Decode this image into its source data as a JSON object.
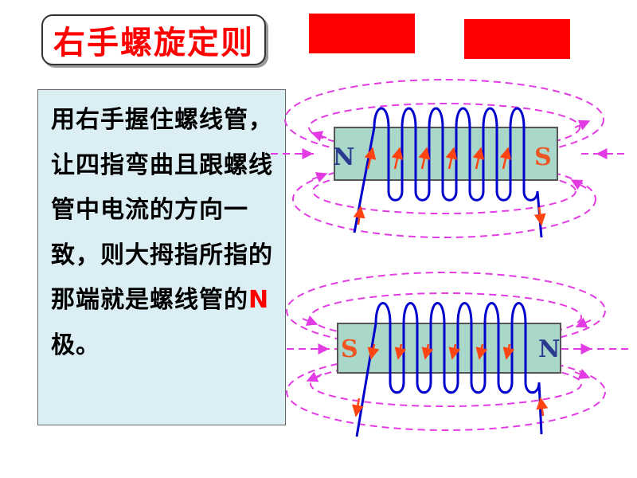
{
  "title": "右手螺旋定则",
  "description": {
    "before": "用右手握住螺线管，让四指弯曲且跟螺线管中电流的方向一致，则大拇指所指的那端就是螺线管的",
    "highlight": "N",
    "after": "极。"
  },
  "top_solenoid": {
    "left_pole": "N",
    "right_pole": "S"
  },
  "bottom_solenoid": {
    "left_pole": "S",
    "right_pole": "N"
  },
  "colors": {
    "title": "#ff0000",
    "red_block": "#ff0000",
    "panel_background": "#dbeef3",
    "core_fill": "#a9d7c9",
    "coil": "#0000cc",
    "field_line": "#e33be3",
    "current_arrow": "#ff4411",
    "pole_n": "#2a3b8f",
    "pole_s": "#ee5522"
  }
}
